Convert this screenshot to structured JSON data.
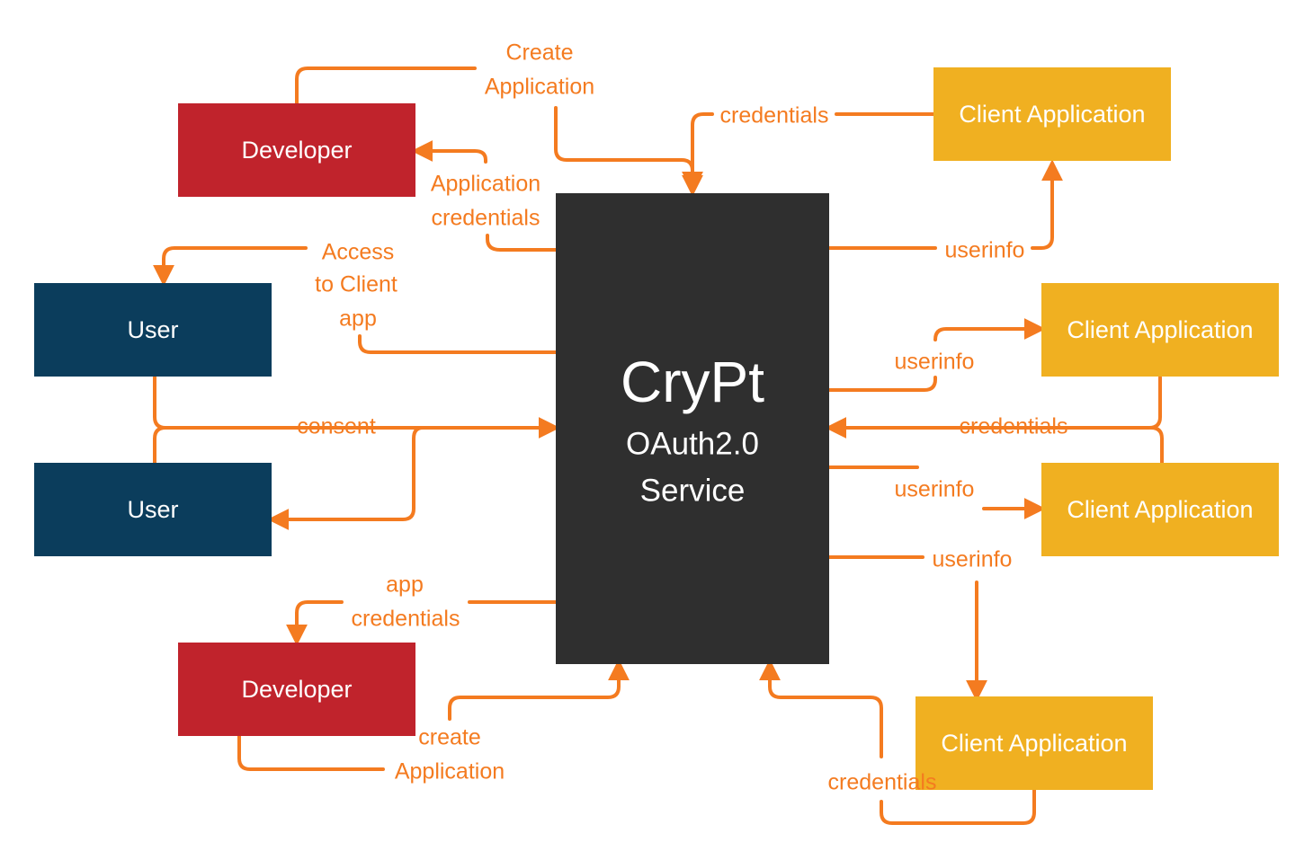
{
  "colors": {
    "developer": "#c0232c",
    "user": "#0b3d5c",
    "client": "#f0b021",
    "service": "#2f2f2f",
    "edge": "#f47b20",
    "white": "#ffffff"
  },
  "service": {
    "title": "CryPt",
    "line1": "OAuth2.0",
    "line2": "Service"
  },
  "nodes": {
    "developer_top": "Developer",
    "developer_bottom": "Developer",
    "user_top": "User",
    "user_bottom": "User",
    "client_1": "Client Application",
    "client_2": "Client Application",
    "client_3": "Client Application",
    "client_4": "Client Application"
  },
  "labels": {
    "create_app_top_1": "Create",
    "create_app_top_2": "Application",
    "app_credentials_1": "Application",
    "app_credentials_2": "credentials",
    "access_1": "Access",
    "access_2": "to Client",
    "access_3": "app",
    "consent": "consent",
    "app_creds_bottom_1": "app",
    "app_creds_bottom_2": "credentials",
    "create_app_bottom_1": "create",
    "create_app_bottom_2": "Application",
    "credentials_c1": "credentials",
    "userinfo_c1": "userinfo",
    "userinfo_c2": "userinfo",
    "credentials_c2": "credentials",
    "userinfo_c3": "userinfo",
    "userinfo_c4": "userinfo",
    "credentials_c4": "credentials"
  }
}
